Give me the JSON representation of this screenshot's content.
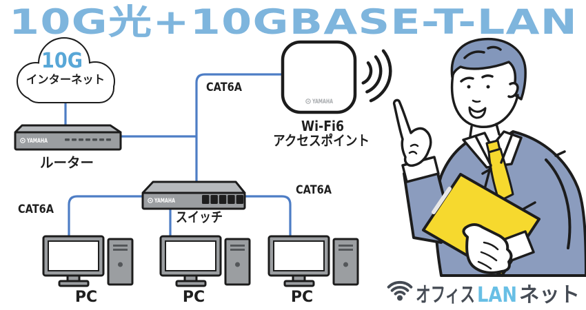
{
  "title": "10G光+10GBASE-T-LAN",
  "diagram": {
    "cloud": {
      "speed": "10G",
      "label": "インターネット"
    },
    "router": {
      "brand": "YAMAHA",
      "label": "ルーター"
    },
    "access_point": {
      "brand": "YAMAHA",
      "label_line1": "Wi-Fi6",
      "label_line2": "アクセスポイント"
    },
    "switch": {
      "brand": "YAMAHA",
      "label": "スイッチ"
    },
    "cables": [
      {
        "label": "CAT6A"
      },
      {
        "label": "CAT6A"
      },
      {
        "label": "CAT6A"
      }
    ],
    "pcs": [
      {
        "label": "PC"
      },
      {
        "label": "PC"
      },
      {
        "label": "PC"
      }
    ]
  },
  "footer_logo": {
    "prefix": "オフィス",
    "highlight": "LAN",
    "suffix": "ネット"
  },
  "colors": {
    "title_blue": "#7eb5dd",
    "cloud_speed_blue": "#58a7d7",
    "cable_blue": "#4d7dc5",
    "device_gray": "#9b9ea1",
    "device_top_gray": "#b6b9bc",
    "suit_blue": "#8b9cbe",
    "hair_blue": "#8397bb",
    "folder_yellow": "#f6d92e",
    "logo_dark": "#454b54",
    "logo_blue": "#68bfe5"
  }
}
